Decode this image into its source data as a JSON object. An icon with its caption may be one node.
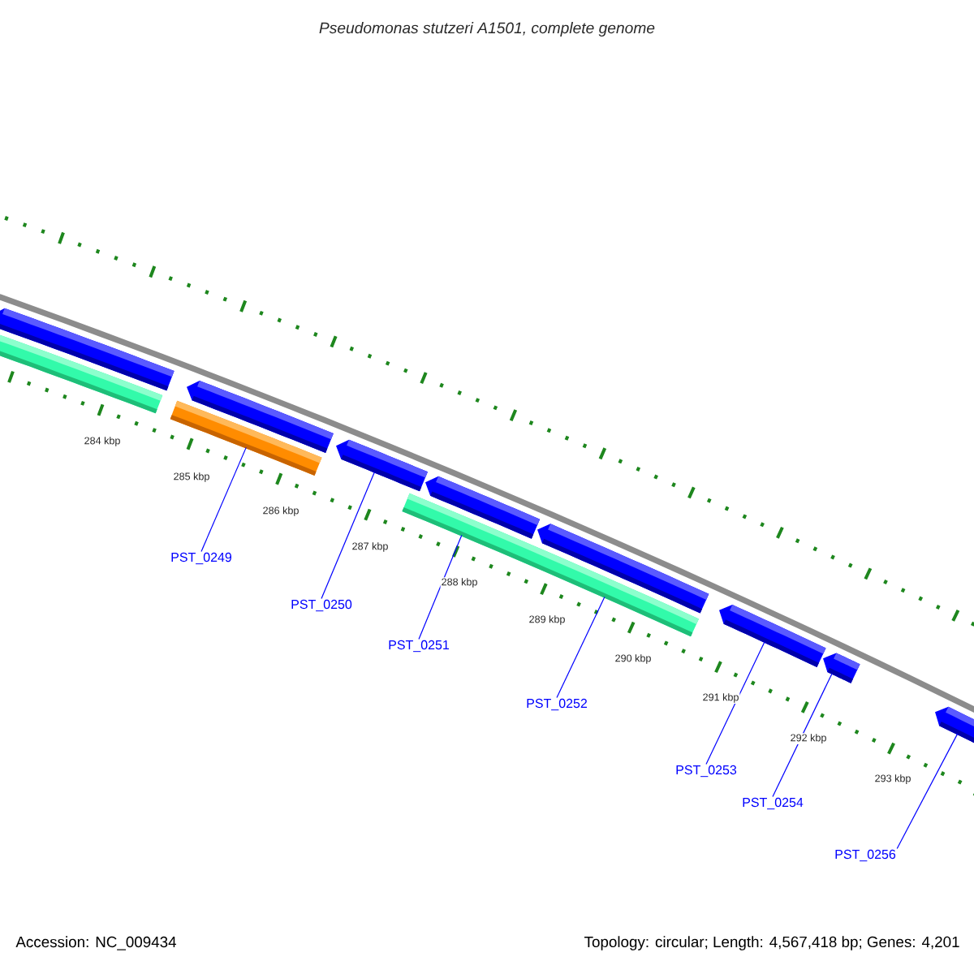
{
  "diagram": {
    "title": "Pseudomonas stutzeri A1501, complete genome",
    "nodes": [
      {
        "text": [
          "PST_0249"
        ]
      },
      {
        "text": [
          "PST_0250"
        ]
      },
      {
        "text": [
          "PST_0251"
        ]
      },
      {
        "text": [
          "PST_0252"
        ]
      },
      {
        "text": [
          "PST_0253"
        ]
      },
      {
        "text": [
          "PST_0254"
        ]
      },
      {
        "text": [
          "PST_0256"
        ]
      },
      {
        "text": [],
        "shape": "box"
      },
      {
        "text": [],
        "shape": "bar"
      },
      {
        "text": [],
        "shape": "bar"
      },
      {
        "text": [],
        "shape": "box"
      },
      {
        "text": [],
        "shape": "box"
      },
      {
        "text": [],
        "shape": "bar"
      },
      {
        "text": [],
        "shape": "box"
      },
      {
        "text": [],
        "shape": "box"
      },
      {
        "text": [],
        "shape": "box"
      },
      {
        "text": [],
        "shape": "box"
      },
      {
        "text": [],
        "shape": "box"
      }
    ],
    "edges": [
      {
        "from": 0,
        "to": 9,
        "arrow": "none"
      },
      {
        "from": 1,
        "to": 11,
        "arrow": "none"
      },
      {
        "from": 2,
        "to": 12,
        "arrow": "none"
      },
      {
        "from": 3,
        "to": 12,
        "arrow": "none"
      },
      {
        "from": 4,
        "to": 15,
        "arrow": "none"
      },
      {
        "from": 5,
        "to": 16,
        "arrow": "none"
      },
      {
        "from": 6,
        "to": 17,
        "arrow": "none"
      }
    ],
    "labels": [
      "284 kbp",
      "285 kbp",
      "286 kbp",
      "287 kbp",
      "288 kbp",
      "289 kbp",
      "290 kbp",
      "291 kbp",
      "292 kbp",
      "293 kbp",
      "Accession: NC_009434",
      "Topology: circular; Length: 4,567,418 bp; Genes: 4,201"
    ]
  }
}
